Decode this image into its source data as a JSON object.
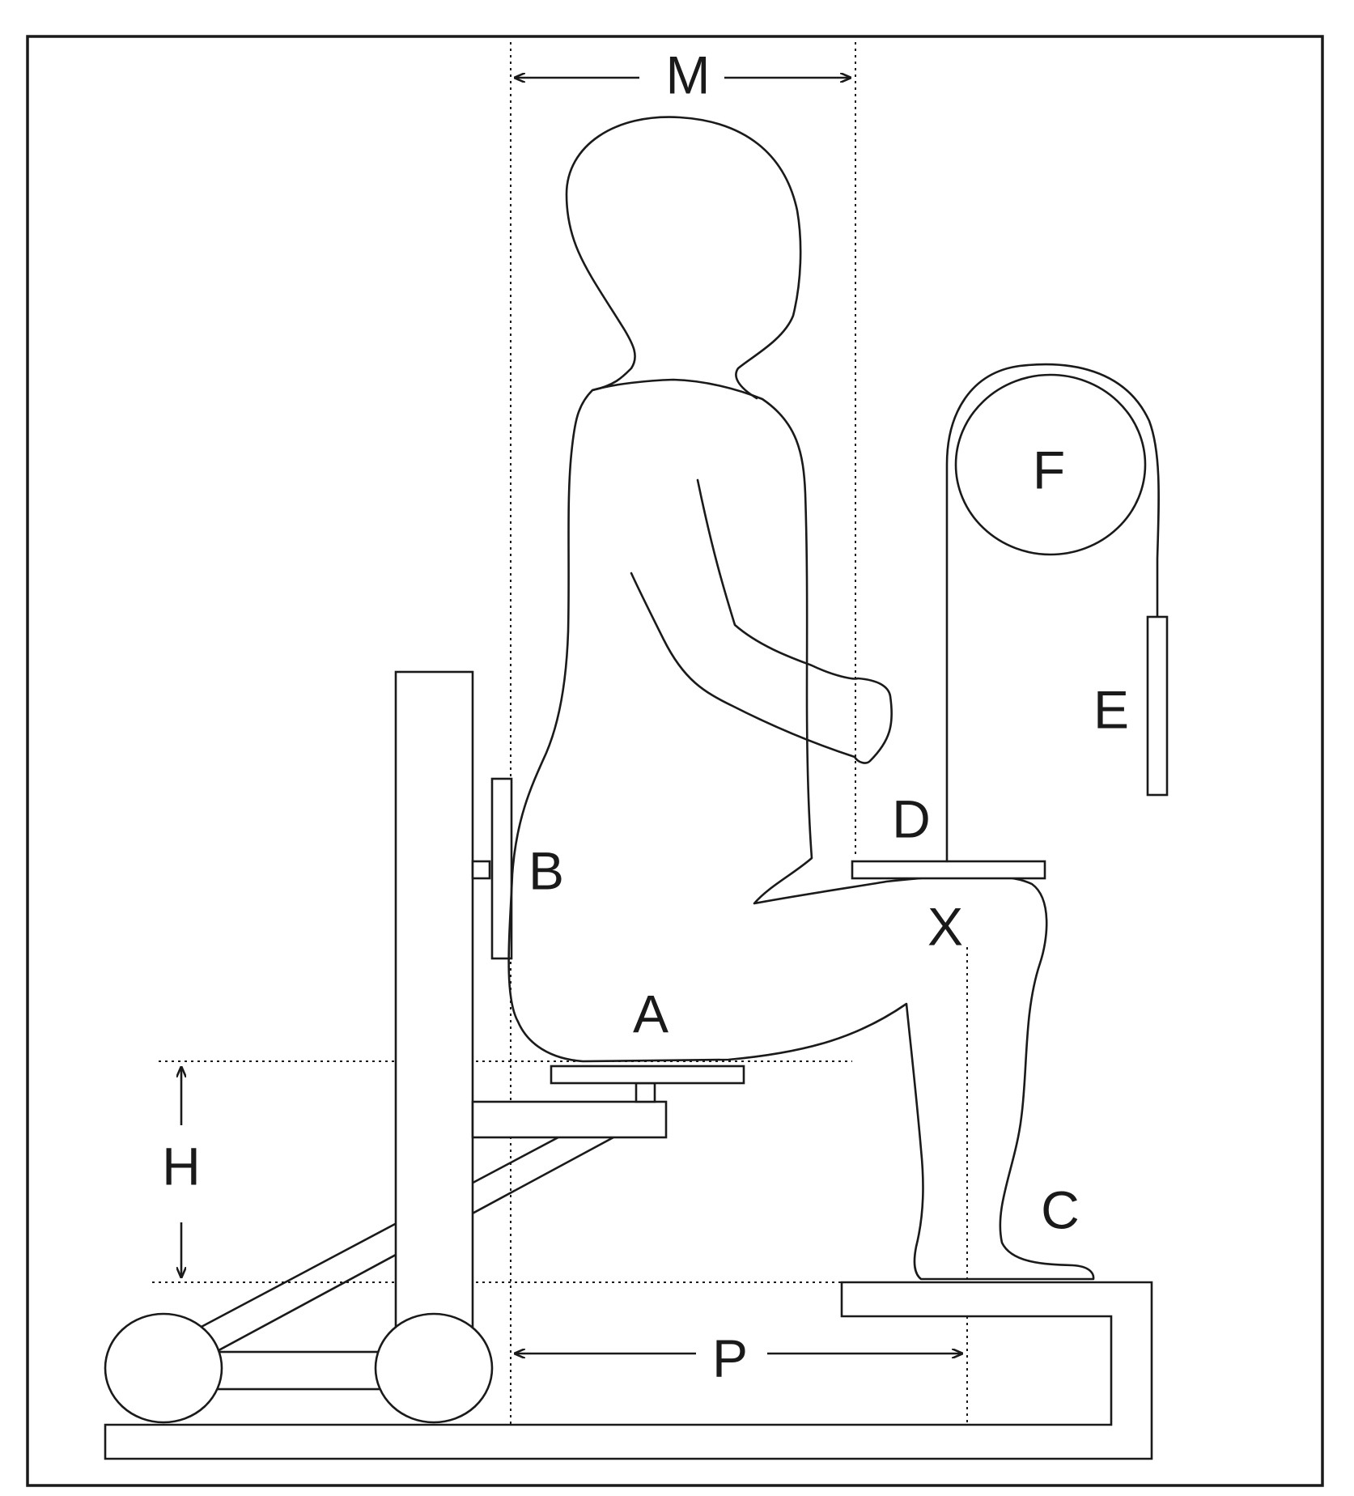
{
  "labels": {
    "A": "A",
    "B": "B",
    "C": "C",
    "D": "D",
    "E": "E",
    "F": "F",
    "X": "X",
    "M": "M",
    "H": "H",
    "P": "P"
  },
  "colors": {
    "ink": "#1a1a1a",
    "background": "#ffffff"
  }
}
